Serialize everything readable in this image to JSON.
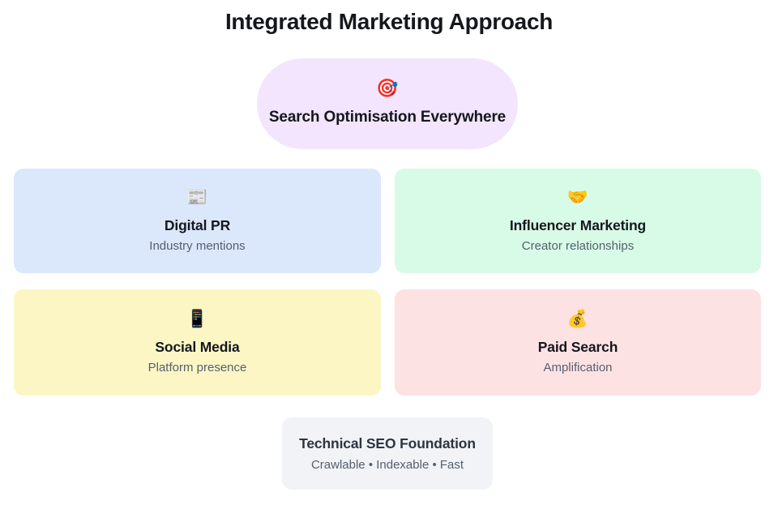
{
  "page": {
    "title": "Integrated Marketing Approach",
    "background_color": "#ffffff"
  },
  "hero": {
    "icon": "🎯",
    "icon_name": "target-dart-icon",
    "title": "Search Optimisation Everywhere",
    "background_color": "#f3e5fd"
  },
  "channels": [
    {
      "icon": "📰",
      "icon_name": "newspaper-icon",
      "title": "Digital PR",
      "subtitle": "Industry mentions",
      "background_color": "#dbe7fb"
    },
    {
      "icon": "🤝",
      "icon_name": "handshake-icon",
      "title": "Influencer Marketing",
      "subtitle": "Creator relationships",
      "background_color": "#d8fbe8"
    },
    {
      "icon": "📱",
      "icon_name": "mobile-phone-icon",
      "title": "Social Media",
      "subtitle": "Platform presence",
      "background_color": "#fcf6c5"
    },
    {
      "icon": "💰",
      "icon_name": "money-bag-icon",
      "title": "Paid Search",
      "subtitle": "Amplification",
      "background_color": "#fde2e4"
    }
  ],
  "foundation": {
    "title": "Technical SEO Foundation",
    "subtitle": "Crawlable • Indexable • Fast",
    "background_color": "#f1f3f6"
  },
  "colors": {
    "title_text": "#15171c",
    "subtitle_text": "#555f6e",
    "foundation_title_text": "#2e3440"
  }
}
